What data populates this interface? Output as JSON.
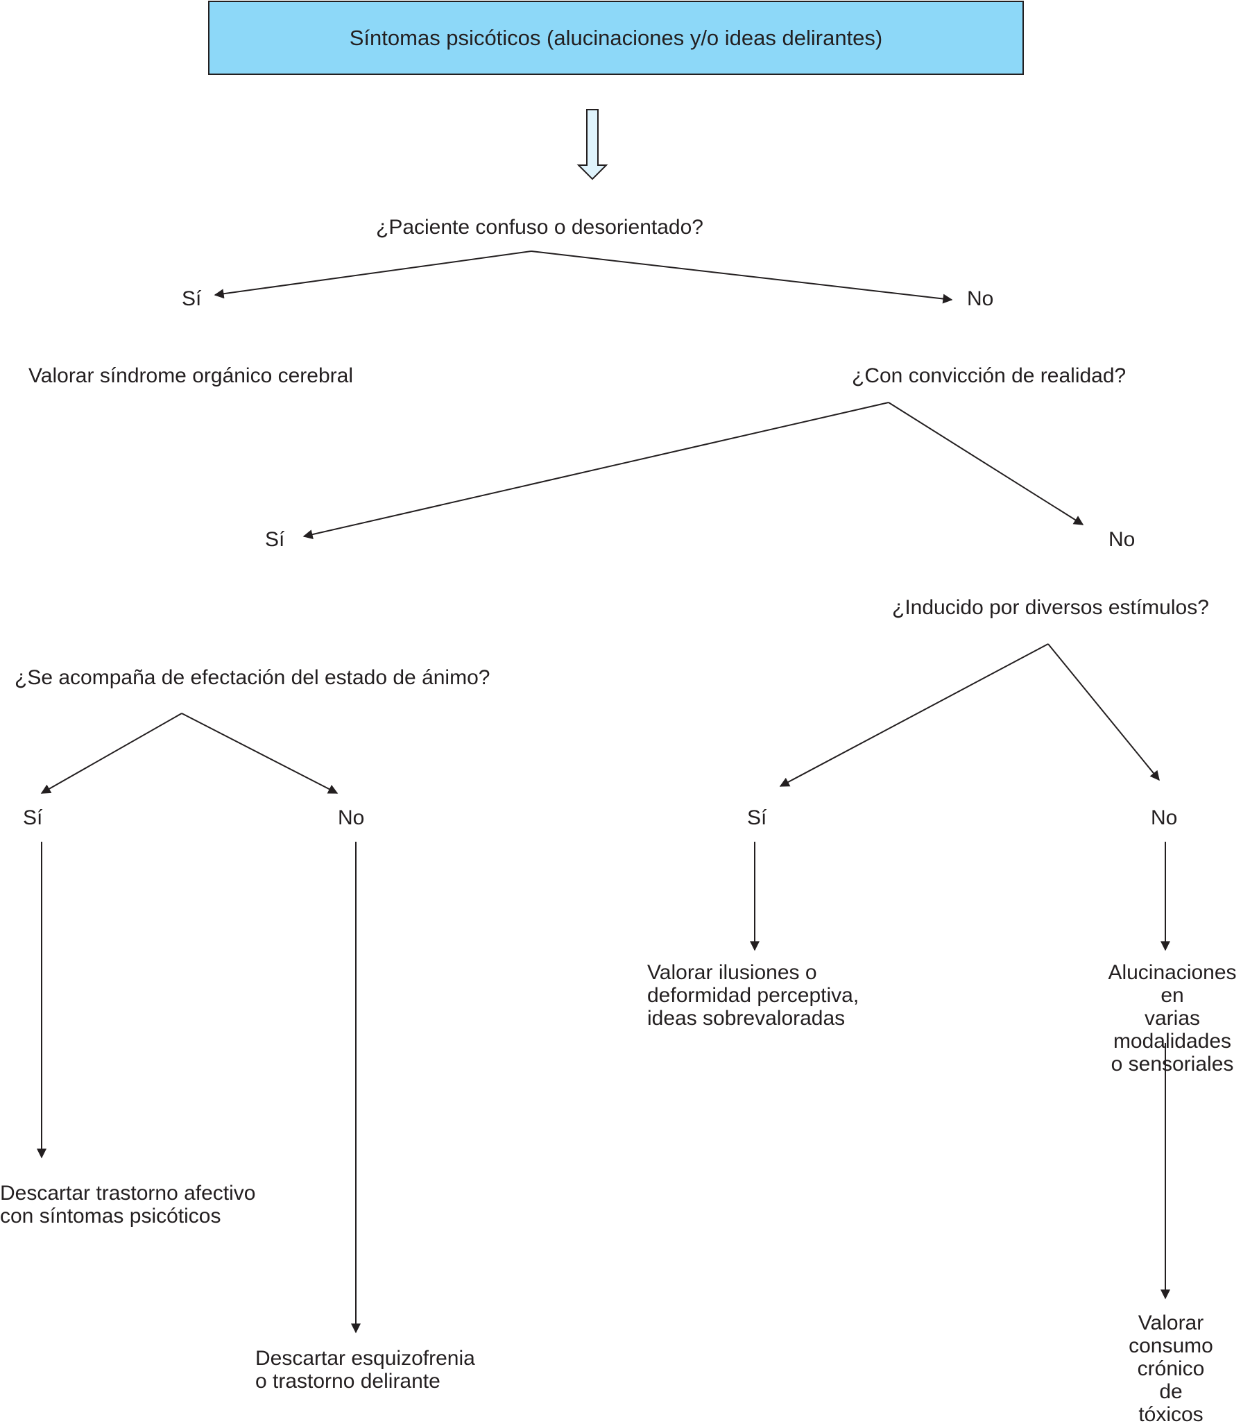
{
  "colors": {
    "accent_fill": "#8dd8f8",
    "ink": "#231f20",
    "background": "#ffffff"
  },
  "icons": {
    "start_arrow": "hollow-down-arrow-icon"
  },
  "title": "Síntomas psicóticos (alucinaciones y/o ideas delirantes)",
  "q1": {
    "text": "¿Paciente confuso o desorientado?",
    "yes": "Sí",
    "no": "No"
  },
  "r1_yes": "Valorar síndrome orgánico cerebral",
  "q2": {
    "text": "¿Con convicción de realidad?",
    "yes": "Sí",
    "no": "No"
  },
  "q3": {
    "text": "¿Se acompaña de efectación del estado de ánimo?",
    "yes": "Sí",
    "no": "No"
  },
  "q4": {
    "text": "¿Inducido por diversos estímulos?",
    "yes": "Sí",
    "no": "No"
  },
  "r3_yes": "Descartar trastorno afectivo\ncon síntomas psicóticos",
  "r3_no": "Descartar esquizofrenia\no trastorno delirante",
  "r4_yes": "Valorar ilusiones o\ndeformidad perceptiva,\nideas sobrevaloradas",
  "r4_no": "Alucinaciones en\nvarias modalidades\no sensoriales",
  "r4_no_next": "Valorar consumo\ncrónico de tóxicos"
}
